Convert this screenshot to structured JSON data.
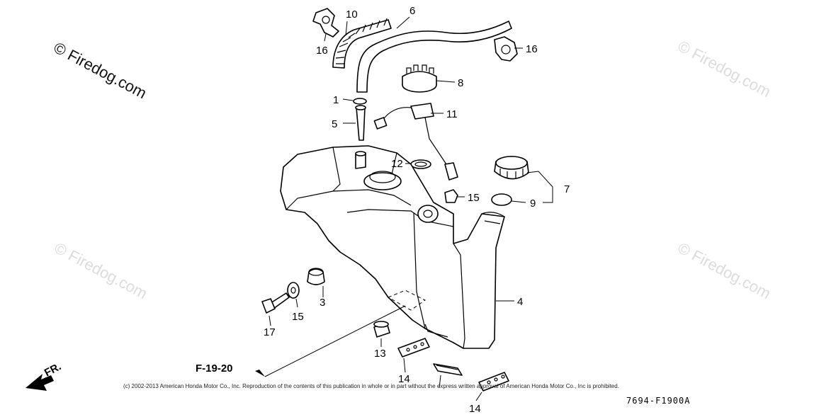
{
  "watermark": {
    "primary": "© Firedog.com",
    "faint": "© Firedog.com"
  },
  "callouts": {
    "c1": "1",
    "c3": "3",
    "c4": "4",
    "c5": "5",
    "c6": "6",
    "c7": "7",
    "c8": "8",
    "c9": "9",
    "c10": "10",
    "c11": "11",
    "c12": "12",
    "c13": "13",
    "c14a": "14",
    "c14b": "14",
    "c15a": "15",
    "c15b": "15",
    "c16a": "16",
    "c16b": "16",
    "c17": "17"
  },
  "reference": "F-19-20",
  "front_marker": "FR.",
  "copyright": "(c) 2002-2013 American Honda Motor Co., Inc. Reproduction of the contents of this publication in whole or in part without the express written approval of American Honda Motor Co., Inc is prohibited.",
  "diagram_code": "7694-F1900A"
}
